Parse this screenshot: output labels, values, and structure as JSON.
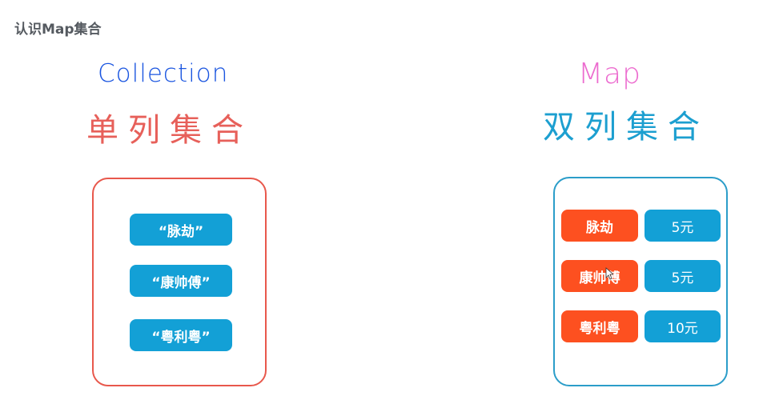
{
  "page": {
    "title": "认识Map集合"
  },
  "collection": {
    "title_en": "Collection",
    "title_zh": "单列集合",
    "colors": {
      "en": "#1a55e0",
      "zh": "#e7605a",
      "border": "#e8584c",
      "item": "#13a0d6"
    },
    "items": [
      {
        "label": "“脉劫”"
      },
      {
        "label": "“康帅傅”"
      },
      {
        "label": "“粤利粤”"
      }
    ]
  },
  "map": {
    "title_en": "Map",
    "title_zh": "双列集合",
    "colors": {
      "en": "#ec6ccf",
      "zh": "#1c9fd0",
      "border": "#2b9dc9",
      "key": "#fd5020",
      "value": "#13a0d6"
    },
    "entries": [
      {
        "key": "脉劫",
        "value": "5元"
      },
      {
        "key": "康帅傅",
        "value": "5元"
      },
      {
        "key": "粤利粤",
        "value": "10元"
      }
    ]
  }
}
